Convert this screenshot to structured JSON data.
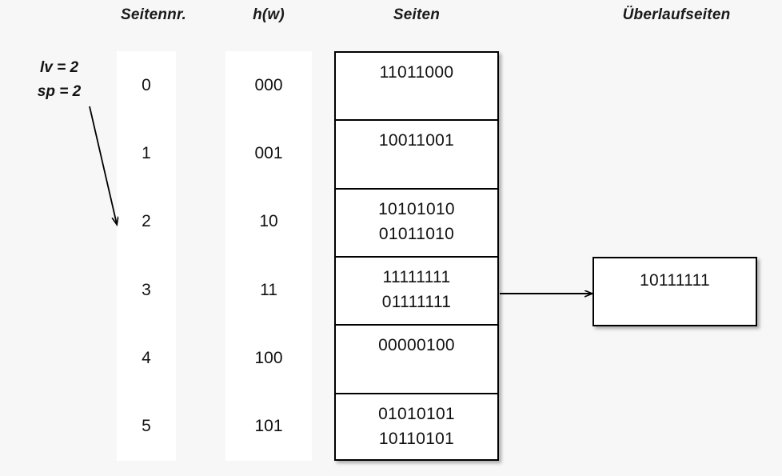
{
  "headers": {
    "seitennr": "Seitennr.",
    "hw": "h(w)",
    "seiten": "Seiten",
    "ueberlaufseiten": "Überlaufseiten"
  },
  "params": {
    "lv": "lv = 2",
    "sp": "sp = 2"
  },
  "colors": {
    "background": "#f7f7f7",
    "box_fill": "#ffffff",
    "stroke": "#000000",
    "text": "#111111"
  },
  "rows": [
    {
      "seitennr": "0",
      "hw": "000",
      "page_lines": [
        "11011000"
      ]
    },
    {
      "seitennr": "1",
      "hw": "001",
      "page_lines": [
        "10011001"
      ]
    },
    {
      "seitennr": "2",
      "hw": "10",
      "page_lines": [
        "10101010",
        "01011010"
      ]
    },
    {
      "seitennr": "3",
      "hw": "11",
      "page_lines": [
        "11111111",
        "01111111"
      ]
    },
    {
      "seitennr": "4",
      "hw": "100",
      "page_lines": [
        "00000100"
      ]
    },
    {
      "seitennr": "5",
      "hw": "101",
      "page_lines": [
        "01010101",
        "10110101"
      ]
    }
  ],
  "overflow_pages": [
    {
      "from_row": 3,
      "lines": [
        "10111111"
      ]
    }
  ],
  "connectors": [
    {
      "name": "split-pointer-arrow",
      "from": "params",
      "to": "seitennr-row-2"
    },
    {
      "name": "overflow-arrow",
      "from": "page-row-3",
      "to": "overflow-page-0"
    }
  ]
}
